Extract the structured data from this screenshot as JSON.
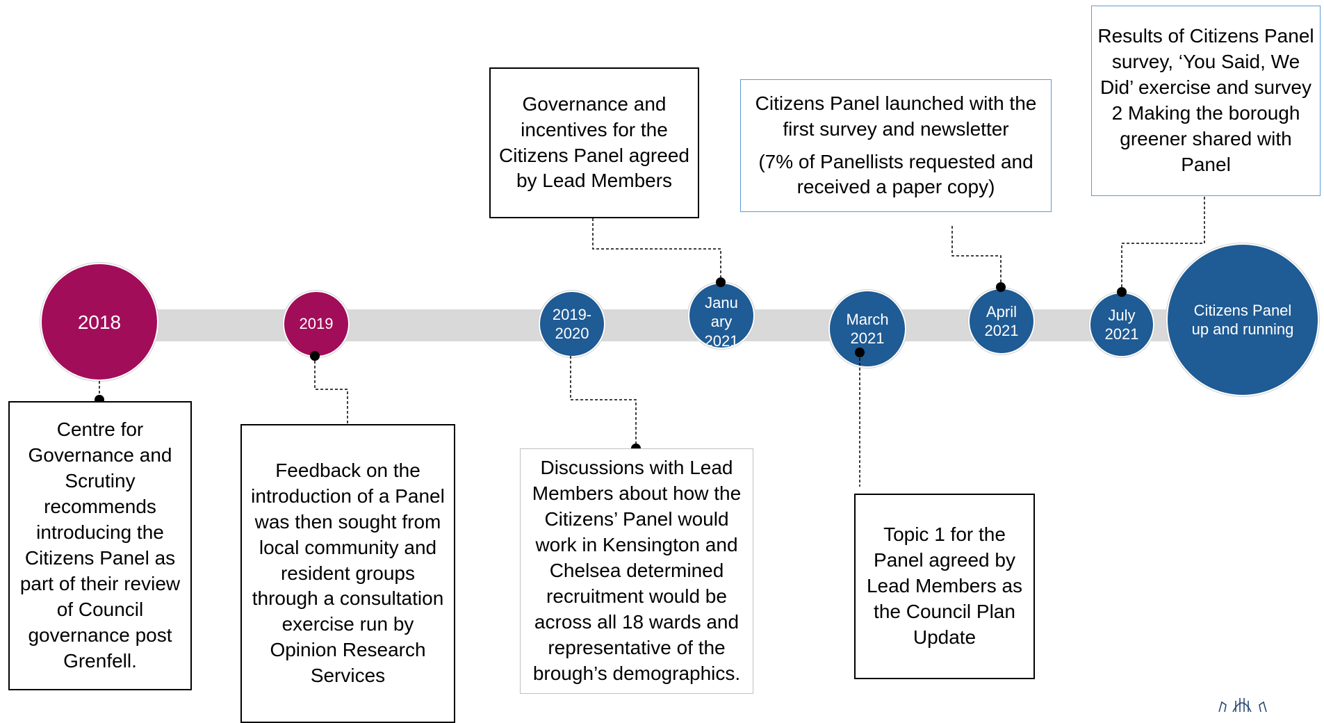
{
  "timeline": {
    "milestones": [
      {
        "label": "2018",
        "color": "#a20d5a"
      },
      {
        "label": "2019",
        "color": "#a20d5a"
      },
      {
        "label": "2019-\n2020",
        "color": "#1f5b94"
      },
      {
        "label": "Janu\nary\n2021",
        "color": "#1f5b94"
      },
      {
        "label": "March\n2021",
        "color": "#1f5b94"
      },
      {
        "label": "April\n2021",
        "color": "#1f5b94"
      },
      {
        "label": "July\n2021",
        "color": "#1f5b94"
      },
      {
        "label": "Citizens Panel\nup and running",
        "color": "#1f5b94"
      }
    ]
  },
  "boxes": {
    "centre_for_governance": "Centre for Governance and Scrutiny recommends introducing the Citizens Panel as part of their review of Council governance post Grenfell.",
    "feedback": "Feedback on the introduction of a Panel was then sought from local community and resident groups through a consultation exercise run by Opinion Research Services",
    "governance_incentives": "Governance and incentives for the Citizens Panel agreed by Lead Members",
    "discussions": "Discussions with Lead Members about how the Citizens’ Panel would work in Kensington and Chelsea determined recruitment would be across all 18 wards and representative of the brough’s demographics.",
    "launched": "Citizens Panel launched with the first survey and newsletter",
    "launched_note": "(7% of Panellists requested and received a paper copy)",
    "topic1": "Topic 1 for the Panel agreed by Lead Members as the Council Plan Update",
    "results": "Results of Citizens Panel survey, ‘You Said, We Did’ exercise and survey 2 Making the borough greener shared with Panel"
  },
  "colors": {
    "bar": "#d9d9d9",
    "red": "#a20d5a",
    "blue": "#1f5b94",
    "box_blue_border": "#5b9bd5"
  },
  "logo": {
    "icon": "royal-borough-crest-icon"
  }
}
